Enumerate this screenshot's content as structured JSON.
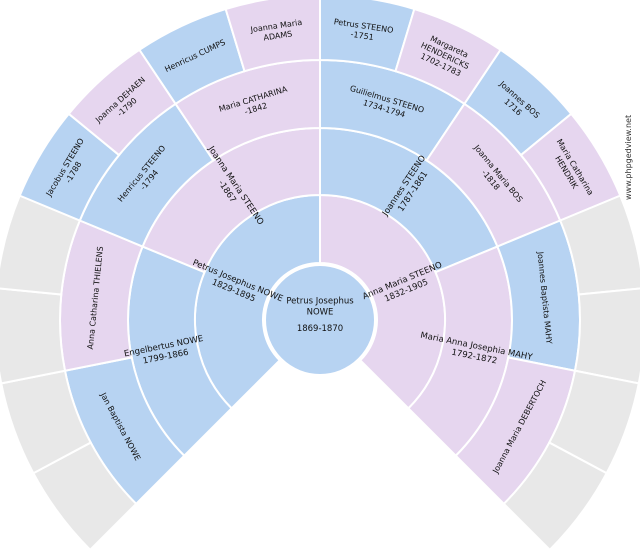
{
  "colors": {
    "male": "#b7d3f2",
    "female": "#e6d6ef",
    "empty": "#e8e8e8"
  },
  "watermark": "www.phpgedview.net",
  "center": {
    "name": "Petrus Josephus\nNOWE",
    "dates": "1869-1870",
    "sex": "M"
  },
  "ring1": [
    {
      "name": "Petrus Josephus NOWE",
      "dates": "1829-1895",
      "sex": "M"
    },
    {
      "name": "Anna Maria STEENO",
      "dates": "1832-1905",
      "sex": "F"
    }
  ],
  "ring2": [
    {
      "name": "Engelbertus NOWE",
      "dates": "1799-1866",
      "sex": "M"
    },
    {
      "name": "Joanna Maria STEENO",
      "dates": "-1867",
      "sex": "F"
    },
    {
      "name": "Joannes STEENO",
      "dates": "1787-1861",
      "sex": "M"
    },
    {
      "name": "Maria Anna Josephia MAHY",
      "dates": "1792-1872",
      "sex": "F"
    }
  ],
  "ring3": [
    {
      "name": "Jan Baptista NOWE",
      "dates": "",
      "sex": "M"
    },
    {
      "name": "Anna Catharina THIELENS",
      "dates": "",
      "sex": "F"
    },
    {
      "name": "Henricus STEENO",
      "dates": "-1794",
      "sex": "M"
    },
    {
      "name": "Maria CATHARINA",
      "dates": "-1842",
      "sex": "F"
    },
    {
      "name": "Guilielmus STEENO",
      "dates": "1734-1794",
      "sex": "M"
    },
    {
      "name": "Joanna Maria BOS",
      "dates": "-1818",
      "sex": "F"
    },
    {
      "name": "Joannes Baptista MAHY",
      "dates": "",
      "sex": "M"
    },
    {
      "name": "Joanna Maria DEBERTOCH",
      "dates": "",
      "sex": "F"
    }
  ],
  "ring4": [
    {
      "name": "",
      "dates": "",
      "sex": "U"
    },
    {
      "name": "",
      "dates": "",
      "sex": "U"
    },
    {
      "name": "",
      "dates": "",
      "sex": "U"
    },
    {
      "name": "",
      "dates": "",
      "sex": "U"
    },
    {
      "name": "Jacobus STEENO",
      "dates": "-1788",
      "sex": "M"
    },
    {
      "name": "Joanna DEHAEN",
      "dates": "-1790",
      "sex": "F"
    },
    {
      "name": "Henricus CUMPS",
      "dates": "",
      "sex": "M"
    },
    {
      "name": "Joanna Maria\nADAMS",
      "dates": "",
      "sex": "F"
    },
    {
      "name": "Petrus STEENO",
      "dates": "-1751",
      "sex": "M"
    },
    {
      "name": "Margareta\nHENDERICKS",
      "dates": "1702-1783",
      "sex": "F"
    },
    {
      "name": "Joannes BOS",
      "dates": "1716",
      "sex": "M"
    },
    {
      "name": "Maria Catharina\nHENDRIK",
      "dates": "",
      "sex": "F"
    },
    {
      "name": "",
      "dates": "",
      "sex": "U"
    },
    {
      "name": "",
      "dates": "",
      "sex": "U"
    },
    {
      "name": "",
      "dates": "",
      "sex": "U"
    },
    {
      "name": "",
      "dates": "",
      "sex": "U"
    }
  ]
}
